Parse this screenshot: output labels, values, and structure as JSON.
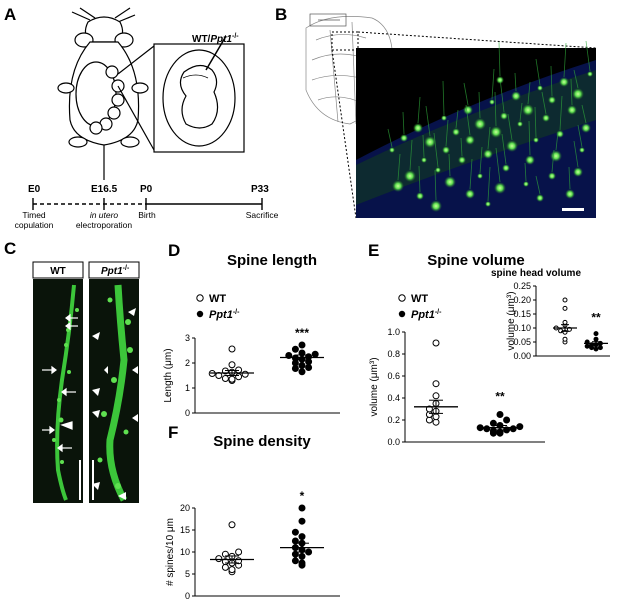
{
  "panels": {
    "A": {
      "label": "A",
      "wt_label": "WT/",
      "ppt1_label": "Ppt1",
      "ppt1_sup": "-/-",
      "timeline": {
        "points": [
          {
            "tick": "E0",
            "desc": [
              "Timed",
              "copulation"
            ],
            "italic": false
          },
          {
            "tick": "E16.5",
            "desc": [
              "in utero",
              "electroporation"
            ],
            "italic": true
          },
          {
            "tick": "P0",
            "desc": [
              "Birth"
            ],
            "italic": false
          },
          {
            "tick": "P33",
            "desc": [
              "Sacrifice"
            ],
            "italic": false
          }
        ]
      }
    },
    "B": {
      "label": "B"
    },
    "C": {
      "label": "C",
      "wt_label": "WT",
      "ppt1_label": "Ppt1",
      "ppt1_sup": "-/-"
    },
    "D": {
      "label": "D"
    },
    "E": {
      "label": "E"
    },
    "F": {
      "label": "F"
    }
  },
  "legend": {
    "wt": "WT",
    "ppt1": "Ppt1",
    "ppt1_sup": "-/-"
  },
  "colors": {
    "green": "#4fd64a",
    "blue": "#0a1a6a",
    "black": "#000000"
  },
  "chart_data": [
    {
      "panel": "D",
      "type": "scatter",
      "title": "Spine length",
      "ylabel": "Length (μm)",
      "ylim": [
        0,
        3
      ],
      "yticks": [
        "0",
        "1",
        "2",
        "3"
      ],
      "categories": [
        "WT",
        "Ppt1-/-"
      ],
      "series": [
        {
          "name": "WT",
          "values": [
            2.56,
            1.93,
            1.72,
            1.68,
            1.63,
            1.58,
            1.55,
            1.5,
            1.45,
            1.38,
            1.35,
            1.3
          ],
          "mean": 1.6,
          "sem": 0.1
        },
        {
          "name": "Ppt1-/-",
          "values": [
            2.72,
            2.55,
            2.4,
            2.35,
            2.3,
            2.25,
            2.2,
            2.15,
            2.05,
            2.0,
            1.9,
            1.82,
            1.78,
            1.65
          ],
          "mean": 2.22,
          "sem": 0.1
        }
      ],
      "annotations": [
        "***"
      ]
    },
    {
      "panel": "E",
      "type": "scatter",
      "title": "Spine volume",
      "ylabel": "volume (μm³)",
      "ylim": [
        0,
        1.0
      ],
      "yticks": [
        "0.0",
        "0.2",
        "0.4",
        "0.6",
        "0.8",
        "1.0"
      ],
      "categories": [
        "WT",
        "Ppt1-/-"
      ],
      "series": [
        {
          "name": "WT",
          "values": [
            0.9,
            0.53,
            0.42,
            0.35,
            0.3,
            0.28,
            0.25,
            0.23,
            0.2,
            0.18
          ],
          "mean": 0.32,
          "sem": 0.06
        },
        {
          "name": "Ppt1-/-",
          "values": [
            0.25,
            0.2,
            0.17,
            0.15,
            0.14,
            0.13,
            0.12,
            0.12,
            0.11,
            0.1,
            0.09,
            0.08,
            0.08
          ],
          "mean": 0.13,
          "sem": 0.02
        }
      ],
      "annotations": [
        "**"
      ]
    },
    {
      "panel": "E-inset",
      "type": "scatter",
      "title": "spine head volume",
      "ylabel": "volume (μm³)",
      "ylim": [
        0,
        0.25
      ],
      "yticks": [
        "0.00",
        "0.05",
        "0.10",
        "0.15",
        "0.20",
        "0.25"
      ],
      "categories": [
        "WT",
        "Ppt1-/-"
      ],
      "series": [
        {
          "name": "WT",
          "values": [
            0.2,
            0.17,
            0.12,
            0.11,
            0.1,
            0.095,
            0.09,
            0.085,
            0.06,
            0.05
          ],
          "mean": 0.1,
          "sem": 0.012
        },
        {
          "name": "Ppt1-/-",
          "values": [
            0.08,
            0.06,
            0.05,
            0.045,
            0.04,
            0.04,
            0.035,
            0.03,
            0.03,
            0.025
          ],
          "mean": 0.045,
          "sem": 0.006
        }
      ],
      "annotations": [
        "**"
      ]
    },
    {
      "panel": "F",
      "type": "scatter",
      "title": "Spine density",
      "ylabel": "# spines/10 μm",
      "ylim": [
        0,
        20
      ],
      "yticks": [
        "0",
        "5",
        "10",
        "15",
        "20"
      ],
      "categories": [
        "WT",
        "Ppt1-/-"
      ],
      "series": [
        {
          "name": "WT",
          "values": [
            16.2,
            10.0,
            9.5,
            9.0,
            8.5,
            8.0,
            7.8,
            7.5,
            7.0,
            6.5,
            6.0,
            5.5
          ],
          "mean": 8.3,
          "sem": 0.8
        },
        {
          "name": "Ppt1-/-",
          "values": [
            20.0,
            17.0,
            14.5,
            13.5,
            12.5,
            12.0,
            11.0,
            10.5,
            10.0,
            9.5,
            9.0,
            8.0,
            7.5,
            7.0
          ],
          "mean": 11.0,
          "sem": 1.0
        }
      ],
      "annotations": [
        "*"
      ]
    }
  ]
}
